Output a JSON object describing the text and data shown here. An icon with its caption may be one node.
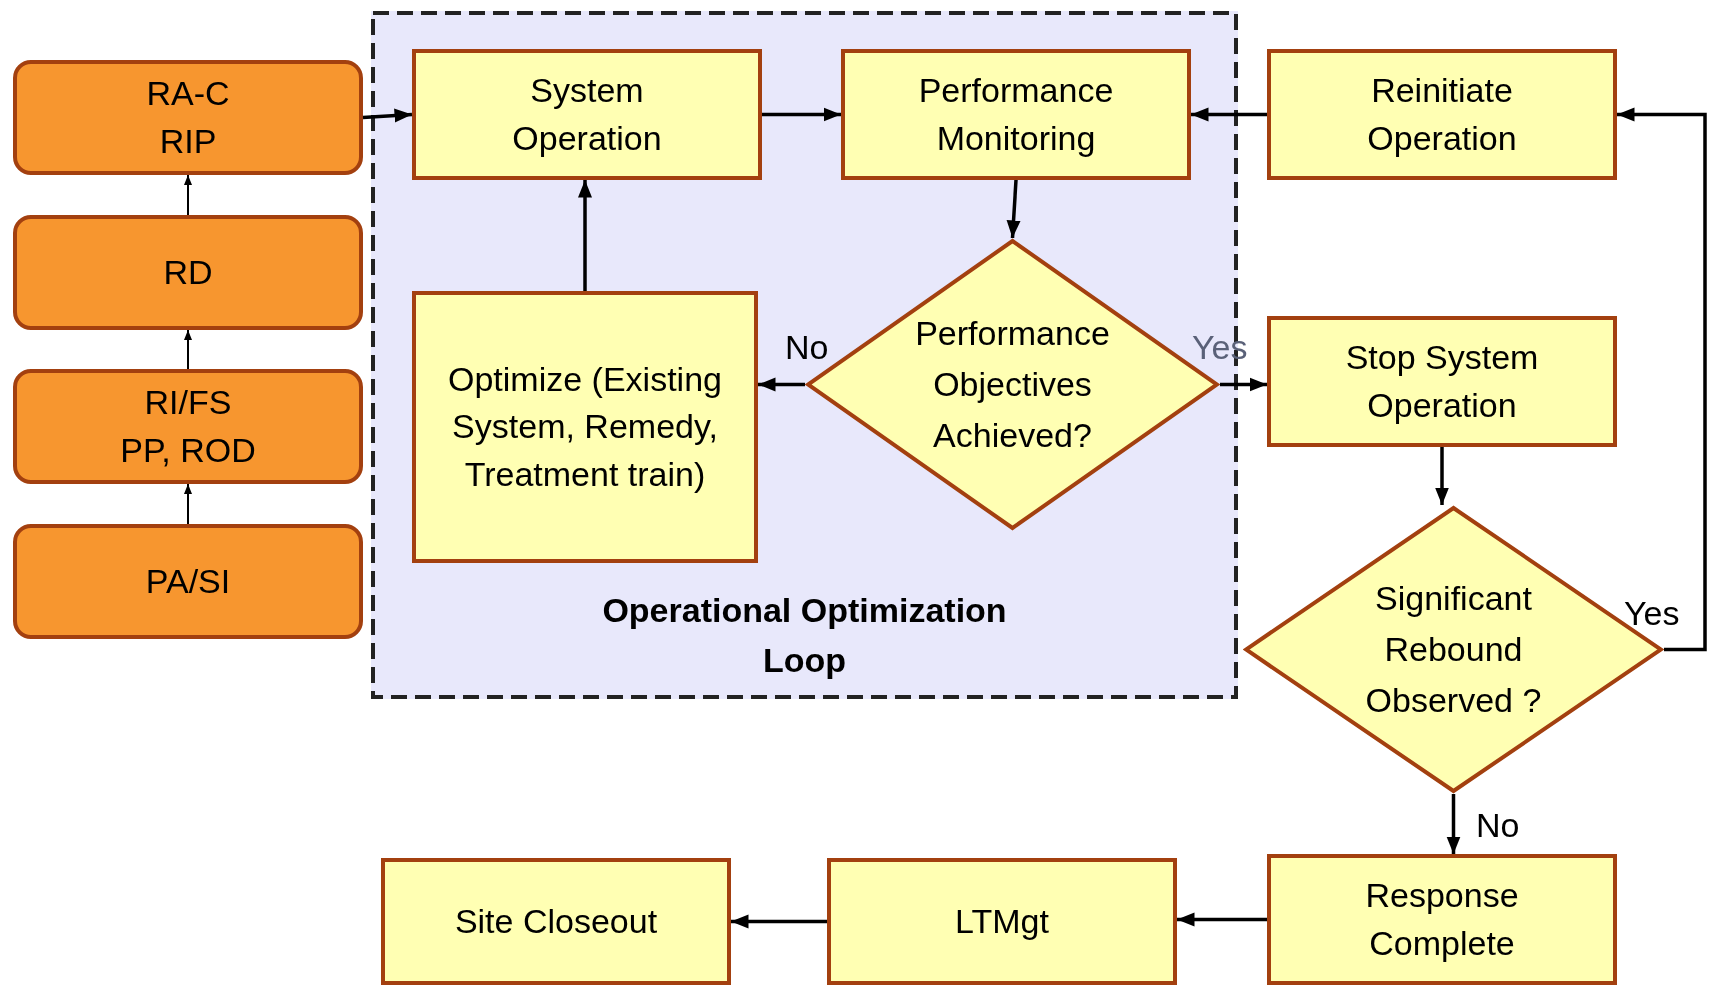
{
  "diagram": {
    "nodes": [
      {
        "text": [
          "RA-C",
          "RIP"
        ]
      },
      {
        "text": [
          "RD"
        ]
      },
      {
        "text": [
          "RI/FS",
          "PP, ROD"
        ]
      },
      {
        "text": [
          "PA/SI"
        ]
      },
      {
        "text": [
          "Operational Optimization Loop"
        ]
      },
      {
        "text": [
          "System Operation"
        ],
        "in": 4
      },
      {
        "text": [
          "Performance Monitoring"
        ],
        "in": 4
      },
      {
        "text": [
          "Optimize (Existing System, Remedy, Treatment train)"
        ],
        "in": 4
      },
      {
        "text": [
          "Performance Objectives Achieved?"
        ],
        "in": 4
      },
      {
        "text": [
          "Reinitiate Operation"
        ]
      },
      {
        "text": [
          "Stop System Operation"
        ]
      },
      {
        "text": [
          "Significant Rebound Observed ?"
        ]
      },
      {
        "text": [
          "Response Complete"
        ]
      },
      {
        "text": [
          "Site Closeout"
        ]
      },
      {
        "text": [
          "LTMgt"
        ]
      }
    ],
    "edges": [
      {
        "from": 3,
        "to": 2,
        "arrow": "to"
      },
      {
        "from": 2,
        "to": 1,
        "arrow": "to"
      },
      {
        "from": 1,
        "to": 0,
        "arrow": "to"
      },
      {
        "from": 0,
        "to": 5,
        "arrow": "to"
      },
      {
        "from": 5,
        "to": 6,
        "arrow": "to"
      },
      {
        "from": 6,
        "to": 8,
        "arrow": "to"
      },
      {
        "from": 8,
        "to": 7,
        "arrow": "to",
        "label": "No"
      },
      {
        "from": 7,
        "to": 5,
        "arrow": "to"
      },
      {
        "from": 8,
        "to": 10,
        "arrow": "to",
        "label": "Yes"
      },
      {
        "from": 10,
        "to": 11,
        "arrow": "to"
      },
      {
        "from": 11,
        "to": 9,
        "arrow": "to",
        "label": "Yes"
      },
      {
        "from": 9,
        "to": 6,
        "arrow": "to"
      },
      {
        "from": 11,
        "to": 12,
        "arrow": "to",
        "label": "No"
      },
      {
        "from": 12,
        "to": 14,
        "arrow": "to"
      },
      {
        "from": 14,
        "to": 13,
        "arrow": "to"
      }
    ]
  }
}
